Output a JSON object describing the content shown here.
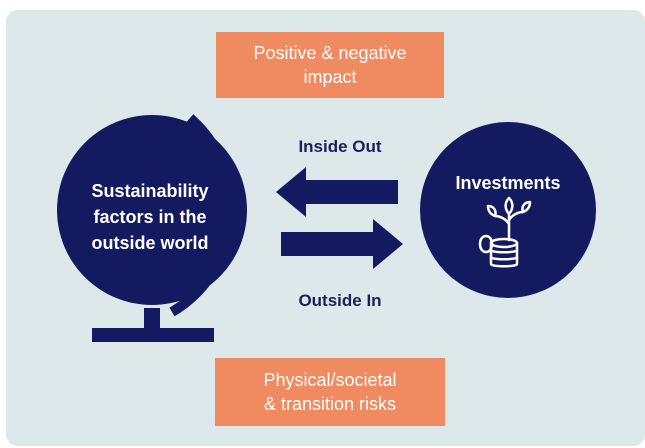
{
  "diagram": {
    "top_box": {
      "line1": "Positive & negative",
      "line2": "impact"
    },
    "bottom_box": {
      "line1": "Physical/societal",
      "line2": "& transition risks"
    },
    "left_circle": {
      "line1": "Sustainability",
      "line2": "factors in the",
      "line3": "outside world"
    },
    "right_circle": {
      "label": "Investments"
    },
    "arrow_top_label": "Inside Out",
    "arrow_bottom_label": "Outside In",
    "colors": {
      "navy": "#141a5f",
      "orange": "#f08a60",
      "background": "#dce8ea"
    },
    "icons": [
      "globe-icon",
      "coins-plant-icon"
    ]
  }
}
